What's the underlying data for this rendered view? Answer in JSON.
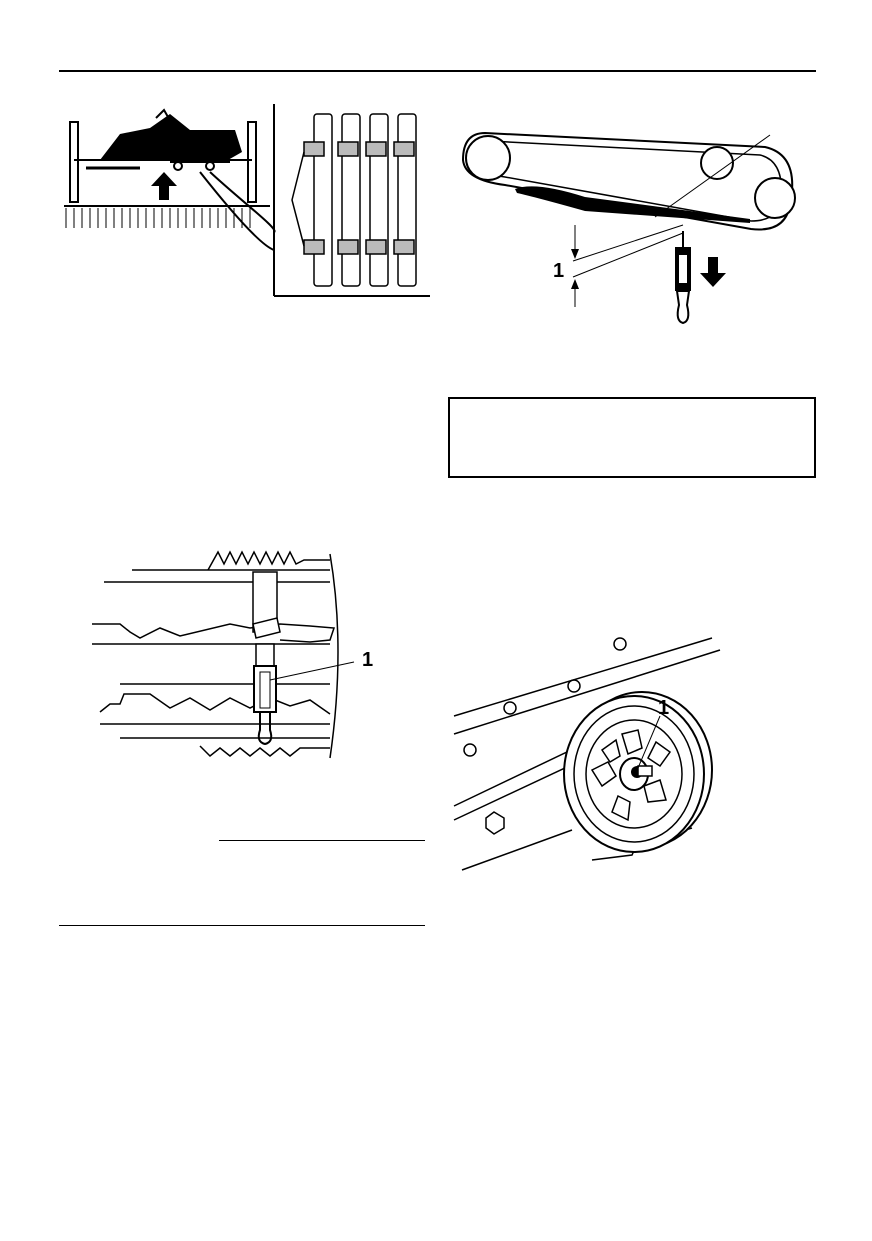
{
  "figures": {
    "track_measure": {
      "callout": "1"
    },
    "tension_gauge": {
      "callout": "1"
    },
    "slide_wheel": {
      "callout": "1"
    }
  }
}
